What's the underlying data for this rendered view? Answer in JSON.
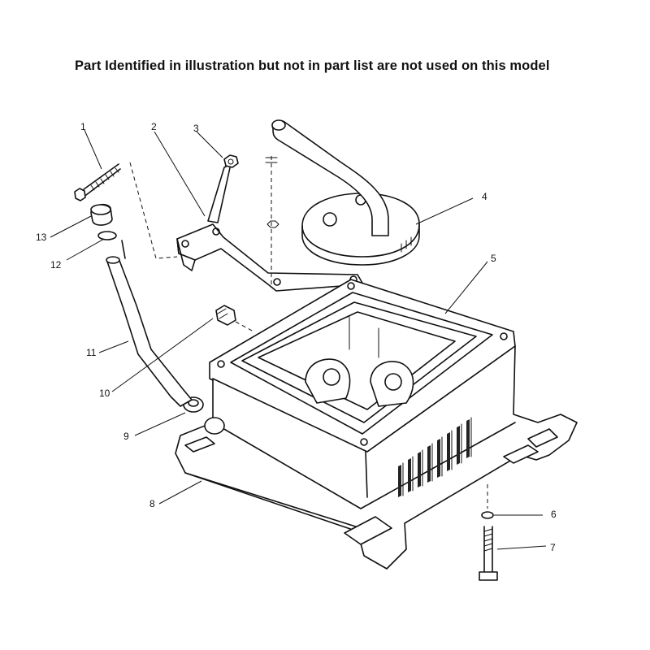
{
  "heading": "Part Identified in illustration but not in part list are not used on this model",
  "callouts": [
    {
      "label": "1"
    },
    {
      "label": "2"
    },
    {
      "label": "3"
    },
    {
      "label": "4"
    },
    {
      "label": "5"
    },
    {
      "label": "6"
    },
    {
      "label": "7"
    },
    {
      "label": "8"
    },
    {
      "label": "9"
    },
    {
      "label": "10"
    },
    {
      "label": "11"
    },
    {
      "label": "12"
    },
    {
      "label": "13"
    }
  ]
}
